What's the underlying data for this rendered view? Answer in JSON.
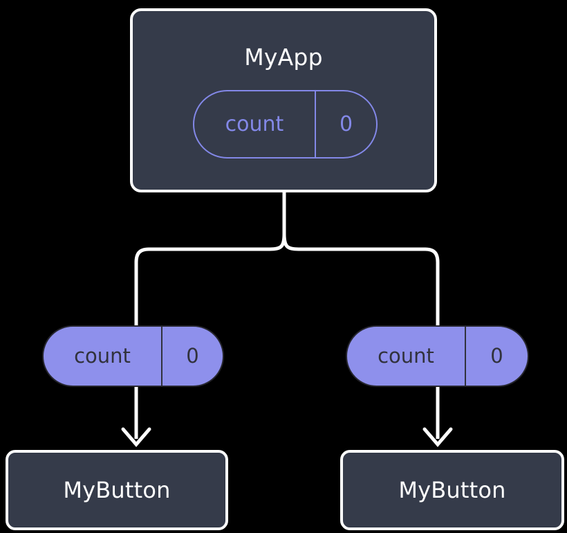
{
  "diagram": {
    "type": "component-tree",
    "background_color": "#000000",
    "colors": {
      "box_fill": "#353b4a",
      "box_border": "#ffffff",
      "pill_accent": "#8388e8",
      "pill_fill": "#8e90ec",
      "pill_text_dark": "#31323c",
      "connector": "#ffffff"
    }
  },
  "root": {
    "title": "MyApp",
    "state_pill": {
      "key": "count",
      "value": "0"
    }
  },
  "children": [
    {
      "prop_pill": {
        "key": "count",
        "value": "0"
      },
      "title": "MyButton"
    },
    {
      "prop_pill": {
        "key": "count",
        "value": "0"
      },
      "title": "MyButton"
    }
  ]
}
